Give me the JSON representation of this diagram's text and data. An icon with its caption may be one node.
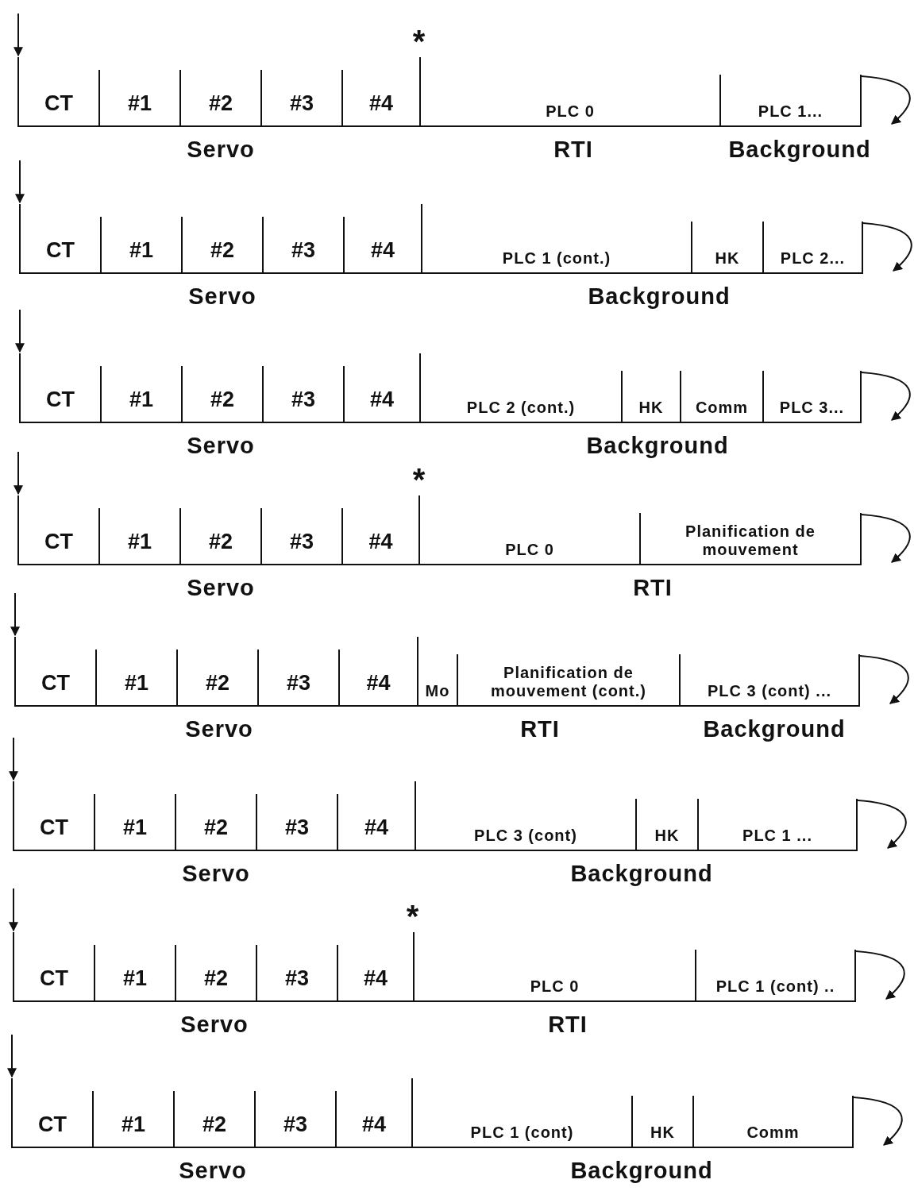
{
  "diagram": {
    "nodes": [
      {
        "text": [
          "CT"
        ]
      },
      {
        "text": [
          "#1"
        ]
      },
      {
        "text": [
          "#2"
        ]
      },
      {
        "text": [
          "#3"
        ]
      },
      {
        "text": [
          "#4"
        ]
      },
      {
        "text": [
          "PLC 0"
        ]
      },
      {
        "text": [
          "PLC 1..."
        ]
      },
      {
        "text": [
          "CT"
        ]
      },
      {
        "text": [
          "#1"
        ]
      },
      {
        "text": [
          "#2"
        ]
      },
      {
        "text": [
          "#3"
        ]
      },
      {
        "text": [
          "#4"
        ]
      },
      {
        "text": [
          "PLC 1 (cont.)"
        ]
      },
      {
        "text": [
          "HK"
        ]
      },
      {
        "text": [
          "PLC 2..."
        ]
      },
      {
        "text": [
          "CT"
        ]
      },
      {
        "text": [
          "#1"
        ]
      },
      {
        "text": [
          "#2"
        ]
      },
      {
        "text": [
          "#3"
        ]
      },
      {
        "text": [
          "#4"
        ]
      },
      {
        "text": [
          "PLC 2 (cont.)"
        ]
      },
      {
        "text": [
          "HK"
        ]
      },
      {
        "text": [
          "Comm"
        ]
      },
      {
        "text": [
          "PLC 3..."
        ]
      },
      {
        "text": [
          "CT"
        ]
      },
      {
        "text": [
          "#1"
        ]
      },
      {
        "text": [
          "#2"
        ]
      },
      {
        "text": [
          "#3"
        ]
      },
      {
        "text": [
          "#4"
        ]
      },
      {
        "text": [
          "PLC 0"
        ]
      },
      {
        "text": [
          "Planification de mouvement"
        ]
      },
      {
        "text": [
          "CT"
        ]
      },
      {
        "text": [
          "#1"
        ]
      },
      {
        "text": [
          "#2"
        ]
      },
      {
        "text": [
          "#3"
        ]
      },
      {
        "text": [
          "#4"
        ]
      },
      {
        "text": [
          "Mo"
        ]
      },
      {
        "text": [
          "Planification de mouvement (cont.)"
        ]
      },
      {
        "text": [
          "PLC 3 (cont) ..."
        ]
      },
      {
        "text": [
          "CT"
        ]
      },
      {
        "text": [
          "#1"
        ]
      },
      {
        "text": [
          "#2"
        ]
      },
      {
        "text": [
          "#3"
        ]
      },
      {
        "text": [
          "#4"
        ]
      },
      {
        "text": [
          "PLC 3 (cont)"
        ]
      },
      {
        "text": [
          "HK"
        ]
      },
      {
        "text": [
          "PLC 1 ..."
        ]
      },
      {
        "text": [
          "CT"
        ]
      },
      {
        "text": [
          "#1"
        ]
      },
      {
        "text": [
          "#2"
        ]
      },
      {
        "text": [
          "#3"
        ]
      },
      {
        "text": [
          "#4"
        ]
      },
      {
        "text": [
          "PLC 0"
        ]
      },
      {
        "text": [
          "PLC 1 (cont) .."
        ]
      },
      {
        "text": [
          "CT"
        ]
      },
      {
        "text": [
          "#1"
        ]
      },
      {
        "text": [
          "#2"
        ]
      },
      {
        "text": [
          "#3"
        ]
      },
      {
        "text": [
          "#4"
        ]
      },
      {
        "text": [
          "PLC 1 (cont)"
        ]
      },
      {
        "text": [
          "HK"
        ]
      },
      {
        "text": [
          "Comm"
        ]
      }
    ],
    "edges": [
      {
        "from": null,
        "to": 0,
        "arrow": "to"
      },
      {
        "from": 6,
        "to": null,
        "arrow": "to"
      },
      {
        "from": null,
        "to": 7,
        "arrow": "to"
      },
      {
        "from": 14,
        "to": null,
        "arrow": "to"
      },
      {
        "from": null,
        "to": 15,
        "arrow": "to"
      },
      {
        "from": 23,
        "to": null,
        "arrow": "to"
      },
      {
        "from": null,
        "to": 24,
        "arrow": "to"
      },
      {
        "from": 30,
        "to": null,
        "arrow": "to"
      },
      {
        "from": null,
        "to": 31,
        "arrow": "to"
      },
      {
        "from": 38,
        "to": null,
        "arrow": "to"
      },
      {
        "from": null,
        "to": 39,
        "arrow": "to"
      },
      {
        "from": 46,
        "to": null,
        "arrow": "to"
      },
      {
        "from": null,
        "to": 47,
        "arrow": "to"
      },
      {
        "from": 53,
        "to": null,
        "arrow": "to"
      },
      {
        "from": null,
        "to": 54,
        "arrow": "to"
      },
      {
        "from": 61,
        "to": null,
        "arrow": "to"
      }
    ],
    "labels": [
      "*",
      "Servo",
      "RTI",
      "Background",
      "Servo",
      "Background",
      "Servo",
      "Background",
      "*",
      "Servo",
      "RTI",
      "Servo",
      "RTI",
      "Background",
      "Servo",
      "Background",
      "*",
      "Servo",
      "RTI",
      "Servo",
      "Background"
    ]
  }
}
